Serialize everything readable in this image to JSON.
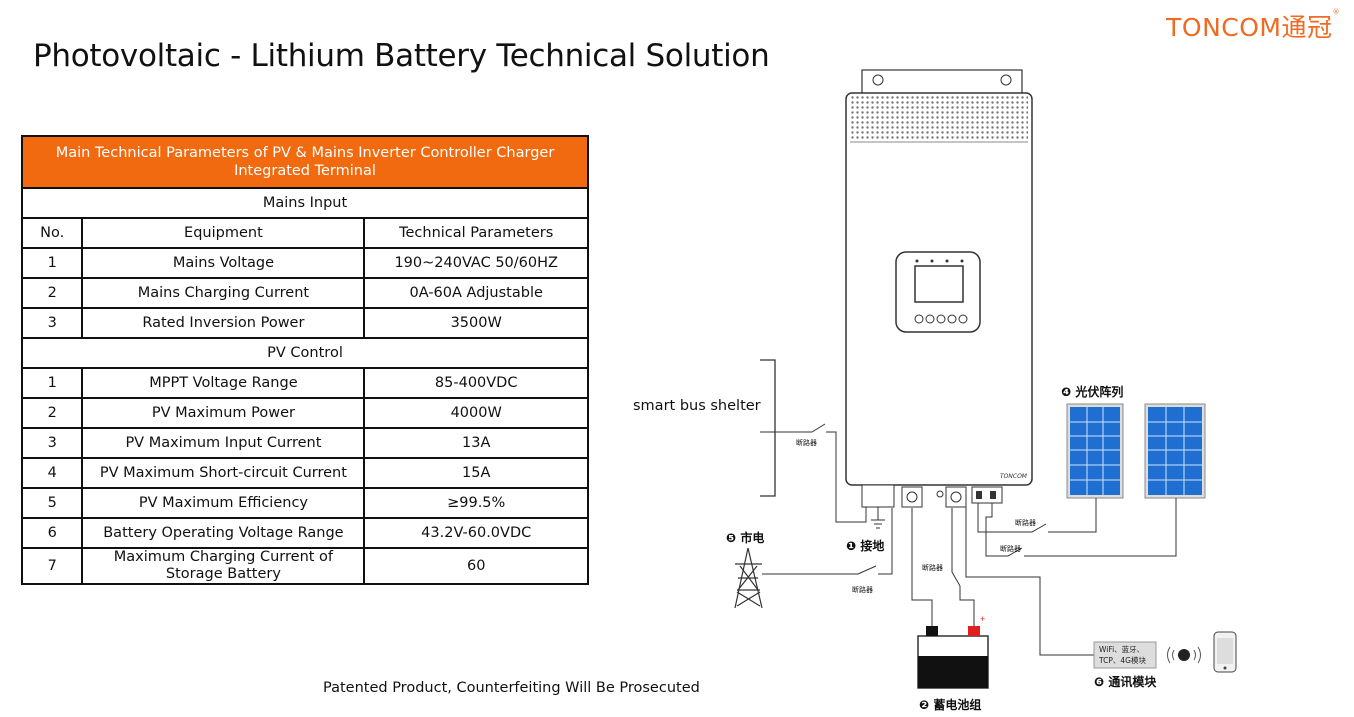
{
  "brand": {
    "logo_text": "TONCOM通冠",
    "registered": "®"
  },
  "page_title": "Photovoltaic - Lithium Battery Technical Solution",
  "table": {
    "header": "Main Technical Parameters of PV & Mains Inverter Controller Charger Integrated Terminal",
    "columns": [
      "No.",
      "Equipment",
      "Technical Parameters"
    ],
    "sections": [
      {
        "title": "Mains Input",
        "rows": [
          [
            "1",
            "Mains Voltage",
            "190~240VAC 50/60HZ"
          ],
          [
            "2",
            "Mains Charging Current",
            "0A-60A Adjustable"
          ],
          [
            "3",
            "Rated Inversion Power",
            "3500W"
          ]
        ]
      },
      {
        "title": "PV Control",
        "rows": [
          [
            "1",
            "MPPT Voltage Range",
            "85-400VDC"
          ],
          [
            "2",
            "PV Maximum Power",
            "4000W"
          ],
          [
            "3",
            "PV Maximum Input Current",
            "13A"
          ],
          [
            "4",
            "PV Maximum Short-circuit Current",
            "15A"
          ],
          [
            "5",
            "PV Maximum Efficiency",
            "≥99.5%"
          ],
          [
            "6",
            "Battery Operating Voltage Range",
            "43.2V-60.0VDC"
          ],
          [
            "7",
            "Maximum Charging Current of Storage Battery",
            "60"
          ]
        ]
      }
    ]
  },
  "footer": "Patented Product, Counterfeiting Will Be Prosecuted",
  "diagram": {
    "bus_shelter": "smart bus shelter",
    "pv_array": "❹ 光伏阵列",
    "mains": "❺ 市电",
    "ground": "❶ 接地",
    "battery": "❷ 蓄电池组",
    "comm": "❻ 通讯模块",
    "breaker": "断路器",
    "wifi_module": "WiFi、蓝牙、TCP、4G模块",
    "brand_mark": "TONCOM",
    "colors": {
      "accent": "#f26a0f",
      "panel": "#1f6fd1"
    }
  }
}
